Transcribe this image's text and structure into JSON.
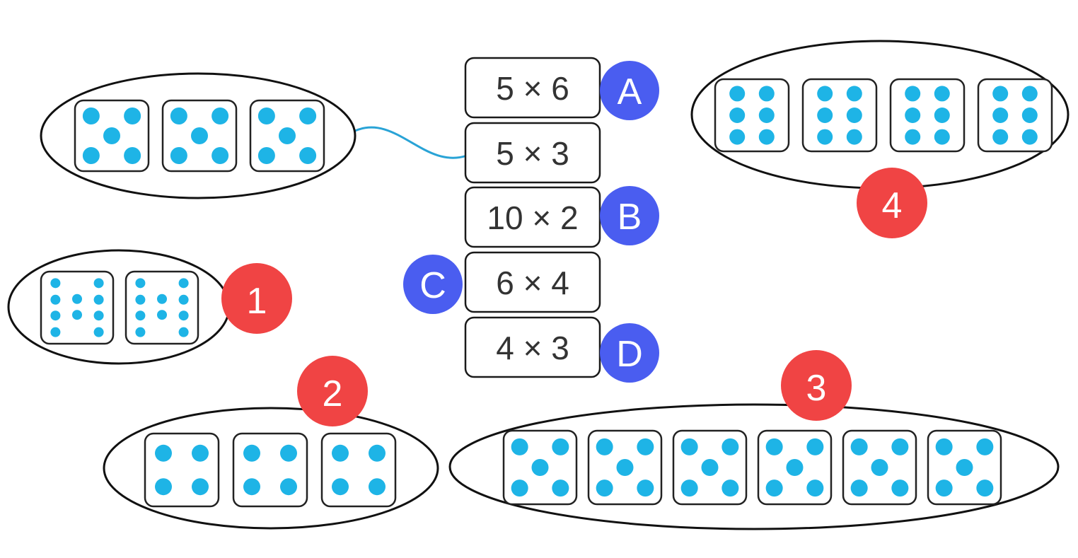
{
  "colors": {
    "pip": "#1eb4e6",
    "line": "#29a3d6",
    "letter_badge": "#4a5df0",
    "number_badge": "#f04444"
  },
  "cards": [
    {
      "text": "5 × 6",
      "letter": "A"
    },
    {
      "text": "5 × 3",
      "letter": ""
    },
    {
      "text": "10 × 2",
      "letter": "B"
    },
    {
      "text": "6 × 4",
      "letter": "C"
    },
    {
      "text": "4 × 3",
      "letter": "D"
    }
  ],
  "groups": [
    {
      "id": "top-left",
      "label": "",
      "dice": 3,
      "pips": 5
    },
    {
      "id": "group-1",
      "label": "1",
      "dice": 2,
      "pips": 10
    },
    {
      "id": "group-2",
      "label": "2",
      "dice": 3,
      "pips": 4
    },
    {
      "id": "group-3",
      "label": "3",
      "dice": 6,
      "pips": 5
    },
    {
      "id": "group-4",
      "label": "4",
      "dice": 4,
      "pips": 6
    }
  ]
}
